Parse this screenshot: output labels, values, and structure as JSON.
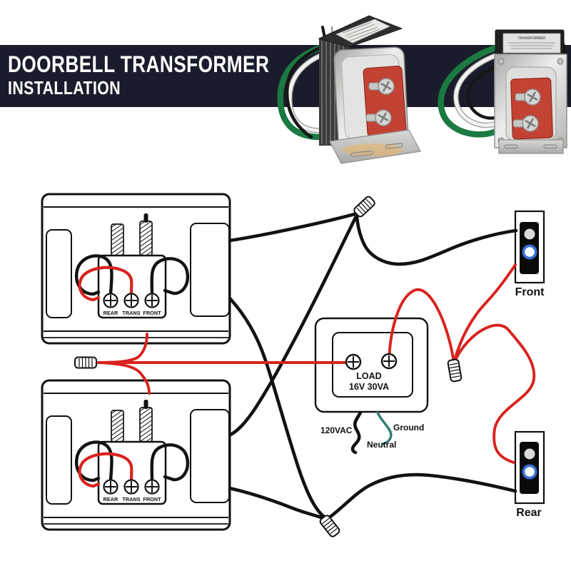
{
  "banner": {
    "line1": "DOORBELL TRANSFORMER",
    "line2": "INSTALLATION",
    "bg_color": "#1b1c2b",
    "text_color": "#ffffff"
  },
  "photos": {
    "right_label": "TRANSFORMER"
  },
  "diagram": {
    "chime_top": {
      "terminals": [
        "REAR",
        "TRANS",
        "FRONT"
      ]
    },
    "chime_bottom": {
      "terminals": [
        "REAR",
        "TRANS",
        "FRONT"
      ]
    },
    "transformer": {
      "line1": "LOAD",
      "line2": "16V 30VA"
    },
    "labels": {
      "hot": "120VAC",
      "neutral": "Neutral",
      "ground": "Ground",
      "front_button": "Front",
      "rear_button": "Rear"
    },
    "colors": {
      "wire_hot": "#d8231f",
      "wire_low_voltage": "#121212",
      "wire_ground": "#2f7d72",
      "button_ring": "#3a6fd8",
      "terminal_plate": "#c24233"
    }
  }
}
